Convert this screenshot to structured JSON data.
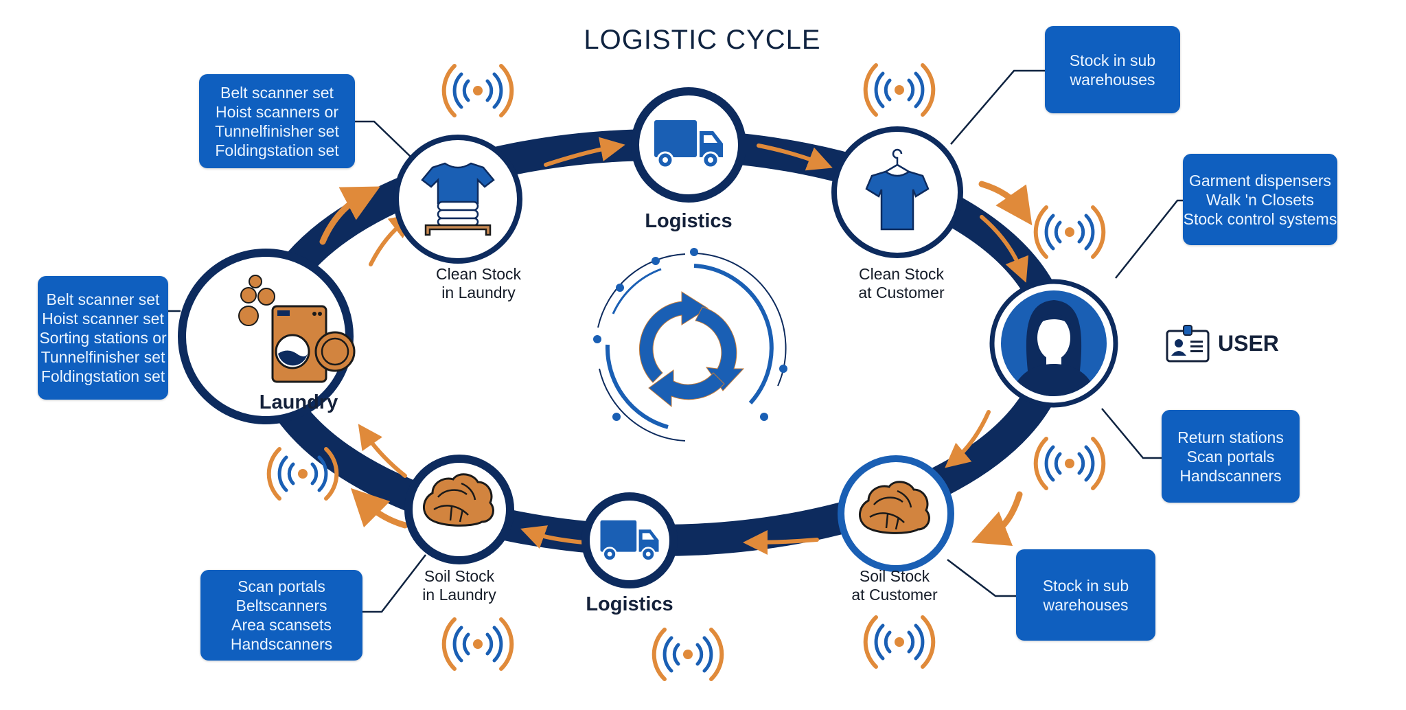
{
  "title": "LOGISTIC CYCLE",
  "colors": {
    "ring": "#0d2b5e",
    "accent_orange": "#e08a3a",
    "icon_blue": "#1a5fb4",
    "box_blue": "#0f5fbf",
    "text_dark": "#14213a"
  },
  "nodes": {
    "laundry": {
      "label": "Laundry",
      "icon": "washing-machine-icon"
    },
    "clean_stock_laundry": {
      "label_line1": "Clean Stock",
      "label_line2": "in Laundry",
      "icon": "folded-shirt-on-shelf-icon"
    },
    "logistics_top": {
      "label": "Logistics",
      "icon": "truck-icon"
    },
    "clean_stock_customer": {
      "label_line1": "Clean Stock",
      "label_line2": "at Customer",
      "icon": "shirt-on-hanger-icon"
    },
    "user": {
      "label": "USER",
      "icon": "person-avatar-icon",
      "badge_icon": "id-badge-icon"
    },
    "soil_stock_customer": {
      "label_line1": "Soil Stock",
      "label_line2": "at Customer",
      "icon": "soiled-laundry-pile-icon"
    },
    "logistics_bottom": {
      "label": "Logistics",
      "icon": "truck-icon"
    },
    "soil_stock_laundry": {
      "label_line1": "Soil Stock",
      "label_line2": "in Laundry",
      "icon": "soiled-laundry-pile-icon"
    }
  },
  "boxes": {
    "clean_laundry_equipment": [
      "Belt scanner set",
      "Hoist scanners or",
      "Tunnelfinisher set",
      "Foldingstation set"
    ],
    "laundry_equipment": [
      "Belt scanner set",
      "Hoist scanner set",
      "Sorting stations or",
      "Tunnelfinisher set",
      "Foldingstation set"
    ],
    "soil_laundry_equipment": [
      "Scan portals",
      "Beltscanners",
      "Area scansets",
      "Handscanners"
    ],
    "clean_customer_stock": [
      "Stock in sub",
      "warehouses"
    ],
    "user_dispensing": [
      "Garment dispensers",
      "Walk 'n Closets",
      "Stock control systems"
    ],
    "user_return": [
      "Return stations",
      "Scan portals",
      "Handscanners"
    ],
    "soil_customer_stock": [
      "Stock in sub",
      "warehouses"
    ]
  },
  "center_icon": "recycle-cycle-icon",
  "rfid_icon": "rfid-signal-icon"
}
